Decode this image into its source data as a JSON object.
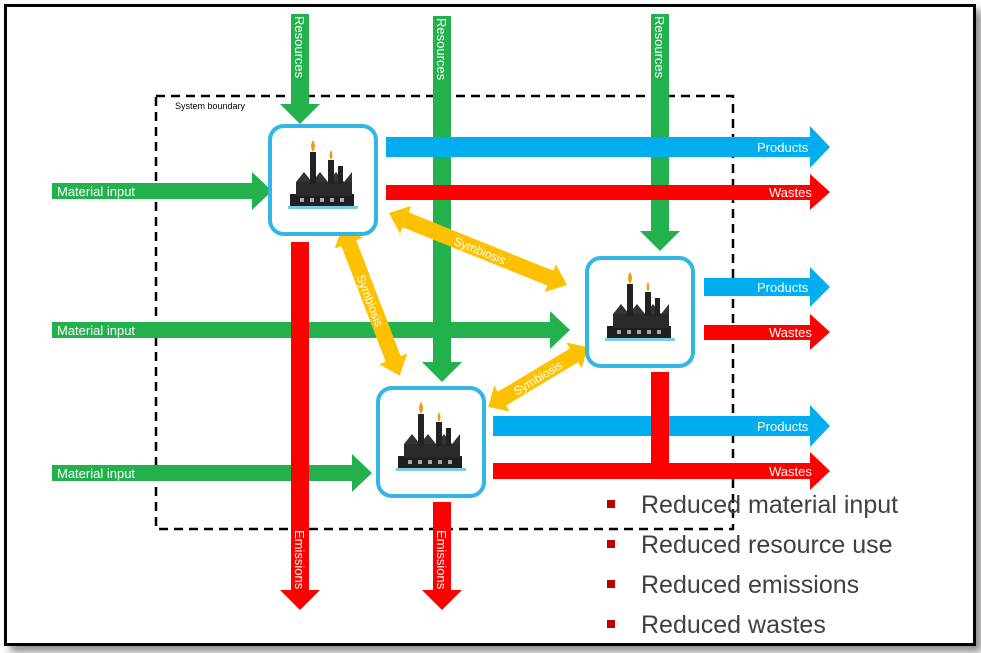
{
  "labels": {
    "system_boundary": "System boundary",
    "resources": "Resources",
    "material_input": "Material input",
    "products": "Products",
    "wastes": "Wastes",
    "emissions": "Emissions",
    "symbiosis": "Symbiosis"
  },
  "bullets": [
    "Reduced material input",
    "Reduced resource use",
    "Reduced emissions",
    "Reduced wastes"
  ],
  "colors": {
    "resources": "#22b14c",
    "material_input": "#22b14c",
    "products": "#00aeef",
    "wastes": "#ff0000",
    "emissions": "#ff0000",
    "symbiosis": "#ffc000",
    "factory_box_border": "#33b5e5"
  }
}
